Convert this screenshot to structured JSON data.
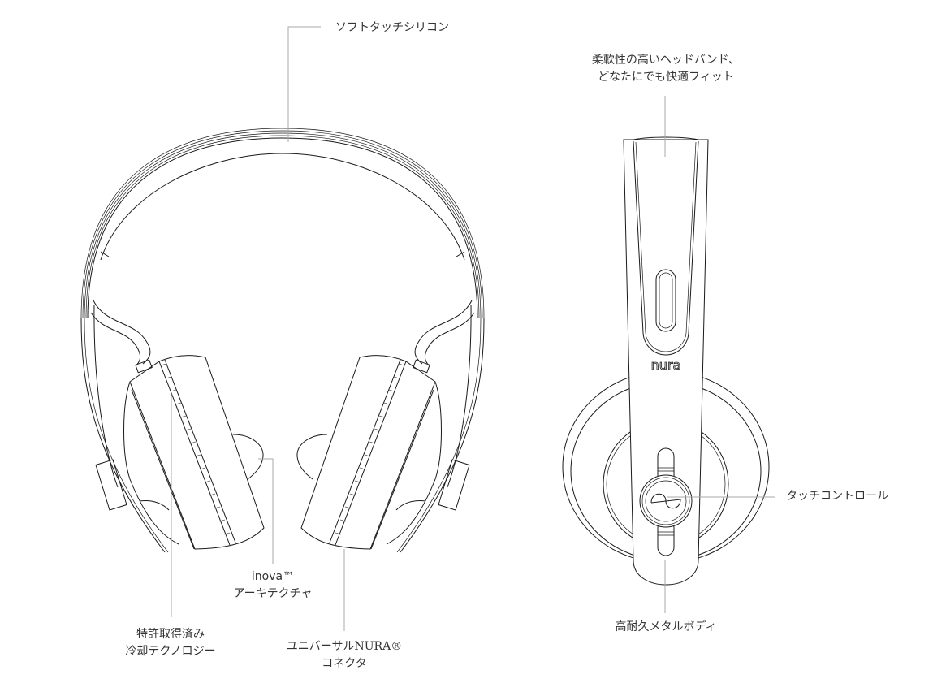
{
  "diagram": {
    "type": "product-callout-diagram",
    "subject": "nura headphones",
    "views": [
      "front-view",
      "side-view"
    ],
    "brand_mark": "nura",
    "colors": {
      "line": "#1a1a1a",
      "leader": "#aaaaaa",
      "text": "#333333",
      "background": "#ffffff"
    }
  },
  "callouts": {
    "soft_touch": {
      "line1": "ソフトタッチシリコン"
    },
    "headband": {
      "line1": "柔軟性の高いヘッドバンド、",
      "line2": "どなたにでも快適フィット"
    },
    "cooling": {
      "line1": "特許取得済み",
      "line2": "冷却テクノロジー"
    },
    "inova": {
      "line1": "inova™",
      "line2": "アーキテクチャ"
    },
    "connector": {
      "line1": "ユニバーサルNURA®",
      "line2": "コネクタ"
    },
    "touch": {
      "line1": "タッチコントロール"
    },
    "metal_body": {
      "line1": "高耐久メタルボディ"
    }
  }
}
